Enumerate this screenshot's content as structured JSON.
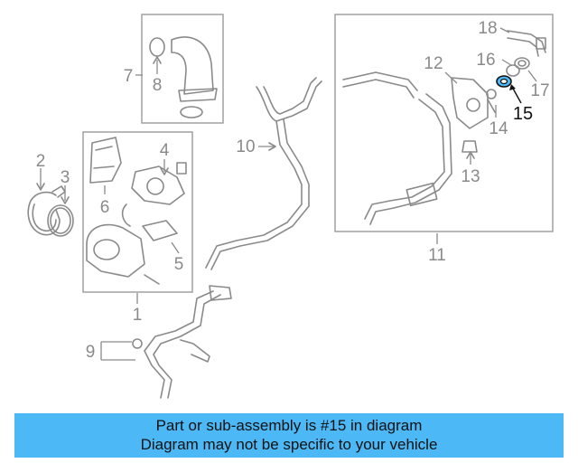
{
  "diagram": {
    "highlight_color": "#4cb8f5",
    "callouts": {
      "c1": "1",
      "c2": "2",
      "c3": "3",
      "c4": "4",
      "c5": "5",
      "c6": "6",
      "c7": "7",
      "c8": "8",
      "c9": "9",
      "c10": "10",
      "c11": "11",
      "c12": "12",
      "c13": "13",
      "c14": "14",
      "c15": "15",
      "c16": "16",
      "c17": "17",
      "c18": "18"
    }
  },
  "banner": {
    "line1": "Part or sub-assembly is #15 in diagram",
    "line2": "Diagram may not be specific to your vehicle",
    "background": "#4cb8f5"
  }
}
